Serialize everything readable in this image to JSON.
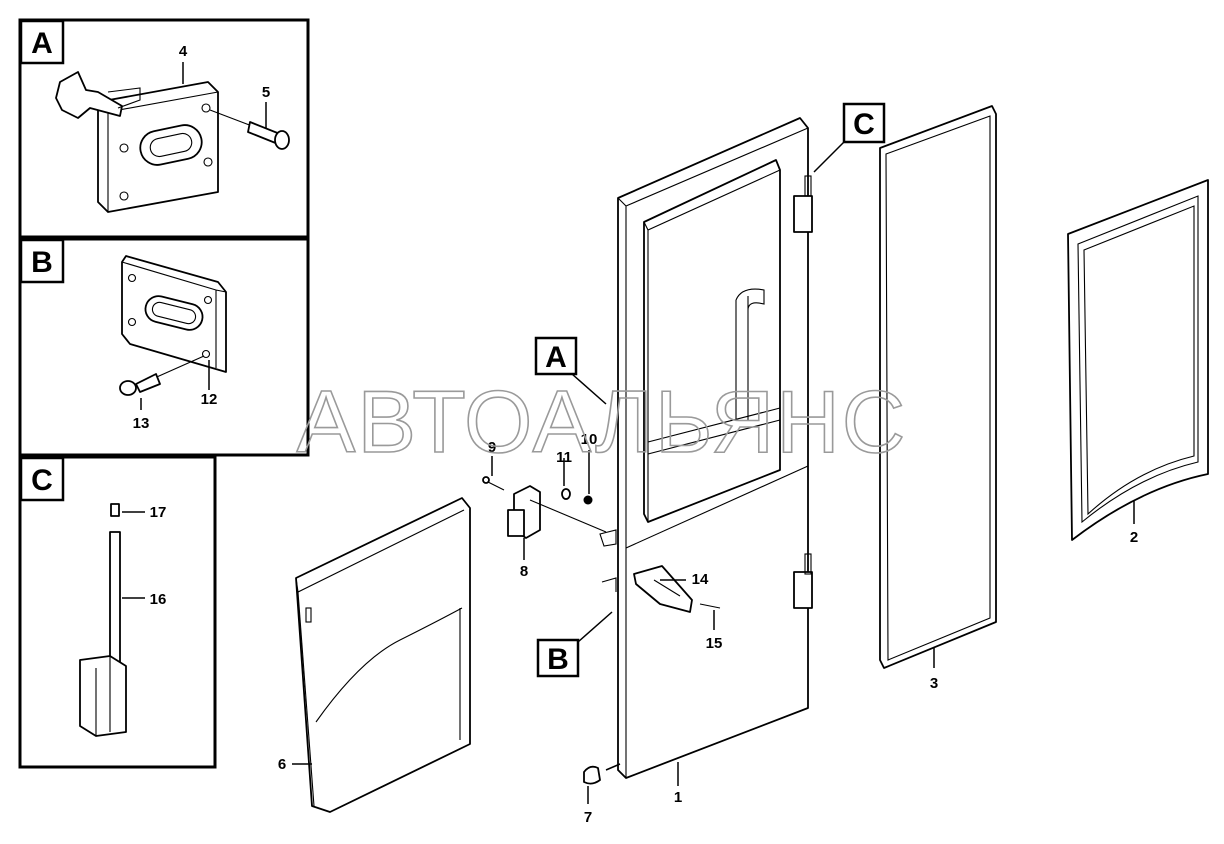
{
  "watermark": "АВТОАЛЬЯНС",
  "inset_labels": {
    "a": "A",
    "b": "B",
    "c": "C"
  },
  "view_labels": {
    "a": "A",
    "b": "B",
    "c": "C"
  },
  "callouts": {
    "p1": "1",
    "p2": "2",
    "p3": "3",
    "p4": "4",
    "p5": "5",
    "p6": "6",
    "p7": "7",
    "p8": "8",
    "p9": "9",
    "p10": "10",
    "p11": "11",
    "p12": "12",
    "p13": "13",
    "p14": "14",
    "p15": "15",
    "p16": "16",
    "p17": "17"
  }
}
